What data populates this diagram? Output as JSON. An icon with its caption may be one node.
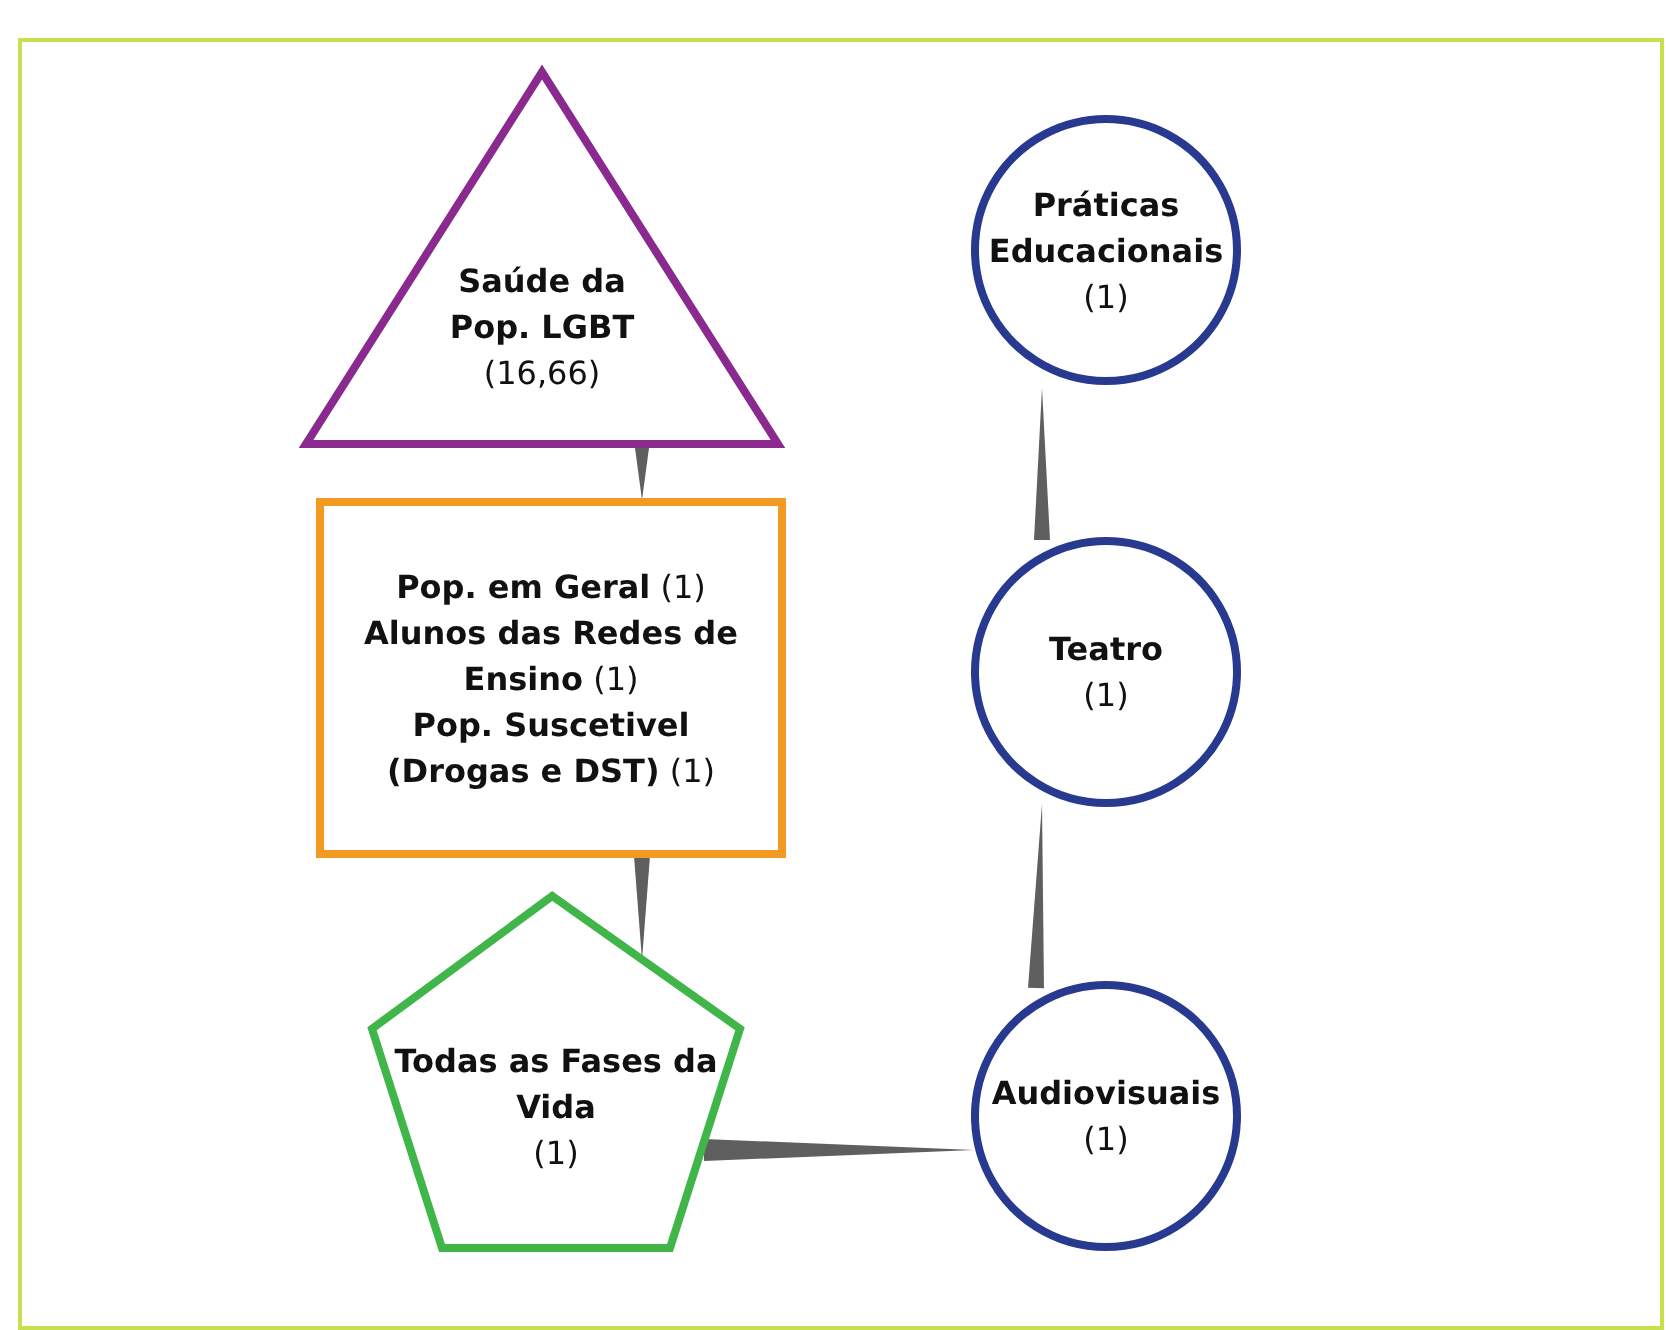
{
  "diagram": {
    "nodes": [
      {
        "text": [
          "Saúde da Pop. LGBT",
          "(16,66)"
        ]
      },
      {
        "text": [
          "**Pop. em Geral** (1)",
          "**Alunos das Redes de Ensino** (1)",
          "**Pop. Suscetivel (Drogas e DST)** (1)"
        ]
      },
      {
        "text": [
          "Todas as Fases da Vida",
          "(1)"
        ]
      },
      {
        "text": [
          "Práticas Educacionais",
          "(1)"
        ]
      },
      {
        "text": [
          "Teatro",
          "(1)"
        ]
      },
      {
        "text": [
          "Audiovisuais",
          "(1)"
        ]
      }
    ],
    "edges": [
      {
        "from": 0,
        "to": 1,
        "arrow": "none"
      },
      {
        "from": 1,
        "to": 2,
        "arrow": "none"
      },
      {
        "from": 2,
        "to": 5,
        "arrow": "none"
      },
      {
        "from": 4,
        "to": 3,
        "arrow": "none"
      },
      {
        "from": 5,
        "to": 4,
        "arrow": "none"
      }
    ]
  }
}
